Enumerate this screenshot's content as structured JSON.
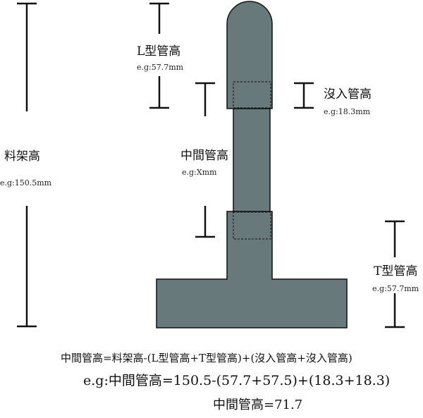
{
  "colors": {
    "part_fill": "#68797b",
    "line": "#111111",
    "background": "#ffffff"
  },
  "labels": {
    "frame_height": {
      "name": "料架高",
      "example": "e.g:150.5mm"
    },
    "l_pipe_height": {
      "name": "L型管高",
      "example": "e.g:57.7mm"
    },
    "insert_height": {
      "name": "沒入管高",
      "example": "e.g:18.3mm"
    },
    "middle_pipe_height": {
      "name": "中間管高",
      "example": "e.g:Xmm"
    },
    "t_pipe_height": {
      "name": "T型管高",
      "example": "e.g:57.7mm"
    }
  },
  "formula": {
    "general": "中間管高=料架高-(L型管高+T型管高)+(沒入管高+沒入管高)",
    "example": "e.g:中間管高=150.5-(57.7+57.5)+(18.3+18.3)",
    "result": "中間管高=71.7"
  }
}
